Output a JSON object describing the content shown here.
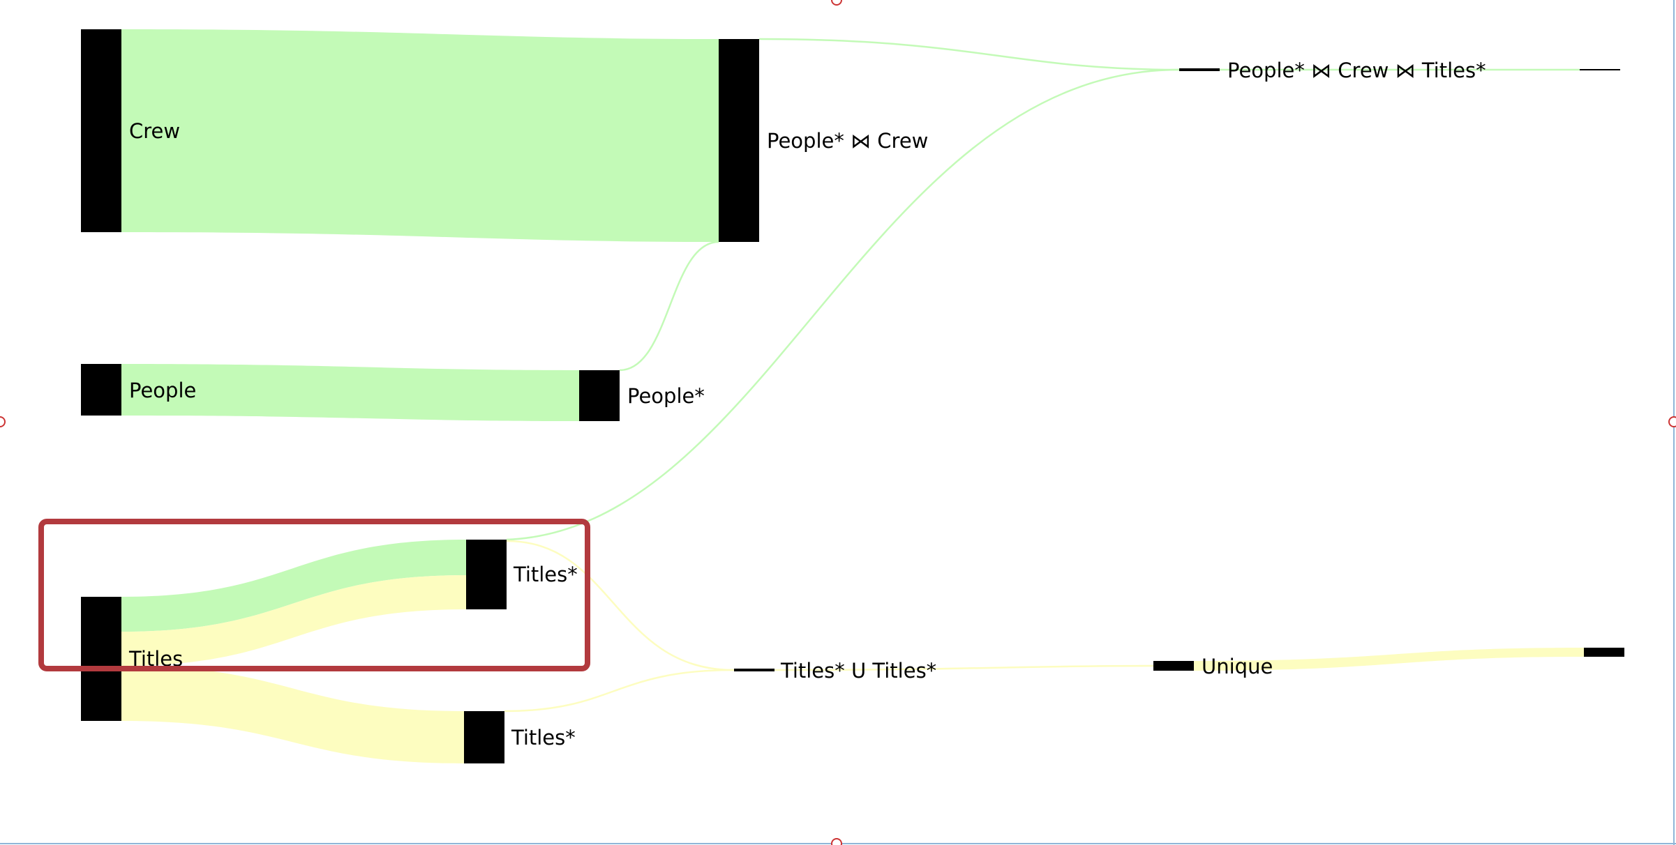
{
  "colors": {
    "background": "#ffffff",
    "node": "#000000",
    "flow_green": "#c3fab7",
    "flow_yellow": "#fdfdc0",
    "highlight_box": "#b23a3e",
    "frame_border": "#8fb6d8",
    "handle": "#cc3333"
  },
  "diagram": {
    "type": "sankey",
    "nodes": [
      {
        "id": "crew",
        "label": "Crew"
      },
      {
        "id": "people",
        "label": "People"
      },
      {
        "id": "titles",
        "label": "Titles"
      },
      {
        "id": "people_crew",
        "label": "People* ⋈ Crew"
      },
      {
        "id": "people_star",
        "label": "People*"
      },
      {
        "id": "titles_star_a",
        "label": "Titles*"
      },
      {
        "id": "titles_star_b",
        "label": "Titles*"
      },
      {
        "id": "triple_join",
        "label": "People* ⋈ Crew ⋈ Titles*"
      },
      {
        "id": "union",
        "label": "Titles* U Titles*"
      },
      {
        "id": "unique",
        "label": "Unique"
      },
      {
        "id": "end_top",
        "label": ""
      },
      {
        "id": "end_bottom",
        "label": ""
      }
    ],
    "links": [
      {
        "source": "crew",
        "target": "people_crew",
        "color": "green"
      },
      {
        "source": "people",
        "target": "people_star",
        "color": "green"
      },
      {
        "source": "people_star",
        "target": "people_crew",
        "color": "green"
      },
      {
        "source": "titles",
        "target": "titles_star_a",
        "color": "green"
      },
      {
        "source": "titles",
        "target": "titles_star_a",
        "color": "yellow"
      },
      {
        "source": "titles",
        "target": "titles_star_b",
        "color": "yellow"
      },
      {
        "source": "people_crew",
        "target": "triple_join",
        "color": "green"
      },
      {
        "source": "titles_star_a",
        "target": "triple_join",
        "color": "green"
      },
      {
        "source": "titles_star_a",
        "target": "union",
        "color": "yellow"
      },
      {
        "source": "titles_star_b",
        "target": "union",
        "color": "yellow"
      },
      {
        "source": "triple_join",
        "target": "end_top",
        "color": "green"
      },
      {
        "source": "union",
        "target": "unique",
        "color": "yellow"
      },
      {
        "source": "unique",
        "target": "end_bottom",
        "color": "yellow"
      }
    ],
    "highlighted_group": [
      "titles",
      "titles_star_a"
    ]
  }
}
